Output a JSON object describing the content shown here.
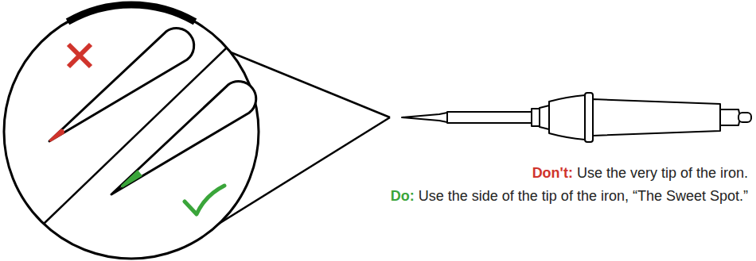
{
  "diagram": {
    "labels": [
      "Don't:",
      "Use the very tip of the iron.",
      "Do:",
      "Use the side of the tip of the iron, “The Sweet Spot.”"
    ]
  }
}
